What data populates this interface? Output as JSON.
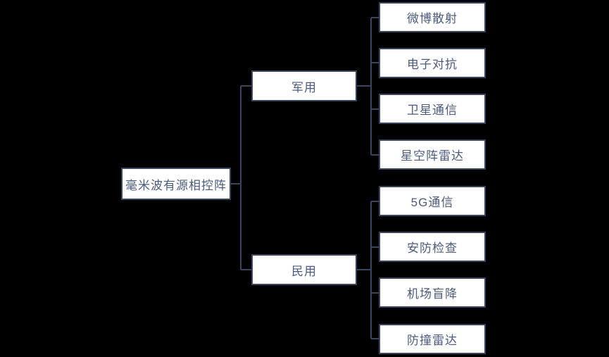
{
  "diagram": {
    "type": "tree",
    "root": {
      "label": "毫米波有源相控阵"
    },
    "branches": [
      {
        "label": "军用",
        "children": [
          {
            "label": "微博散射"
          },
          {
            "label": "电子对抗"
          },
          {
            "label": "卫星通信"
          },
          {
            "label": "星空阵雷达"
          }
        ]
      },
      {
        "label": "民用",
        "children": [
          {
            "label": "5G通信"
          },
          {
            "label": "安防检查"
          },
          {
            "label": "机场盲降"
          },
          {
            "label": "防撞雷达"
          }
        ]
      }
    ],
    "colors": {
      "background": "#000000",
      "node_fill": "#ffffff",
      "node_border": "#39455e",
      "connector": "#39455e",
      "text": "#4c5b7c"
    }
  }
}
